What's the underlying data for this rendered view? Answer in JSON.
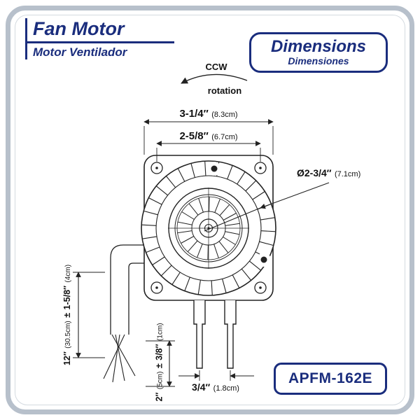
{
  "header": {
    "title_en": "Fan Motor",
    "title_es": "Motor Ventilador"
  },
  "dimensions_badge": {
    "en": "Dimensions",
    "es": "Dimensiones"
  },
  "rotation_note": {
    "top": "CCW",
    "bottom": "rotation"
  },
  "dims": {
    "overall_width": {
      "in": "3-1/4″",
      "cm": "(8.3cm)"
    },
    "mount_holes": {
      "in": "2-5/8″",
      "cm": "(6.7cm)"
    },
    "bolt_circle": {
      "in": "Ø2-3/4″",
      "cm": "(7.1cm)"
    },
    "lead_wires": {
      "in": "12″",
      "cm": "(30.5cm)",
      "pm": "±",
      "tol_in": "1-5/8″",
      "tol_cm": "(4cm)"
    },
    "wire_strip": {
      "in": "2″",
      "cm": "(5cm)",
      "pm": "±",
      "tol_in": "3/8″",
      "tol_cm": "(1cm)"
    },
    "shaft": {
      "in": "3/4″",
      "cm": "(1.8cm)"
    }
  },
  "model_badge": "APFM-162E",
  "colors": {
    "navy": "#1a2d7d",
    "line": "#222222",
    "frame": "#b7c0cb"
  }
}
